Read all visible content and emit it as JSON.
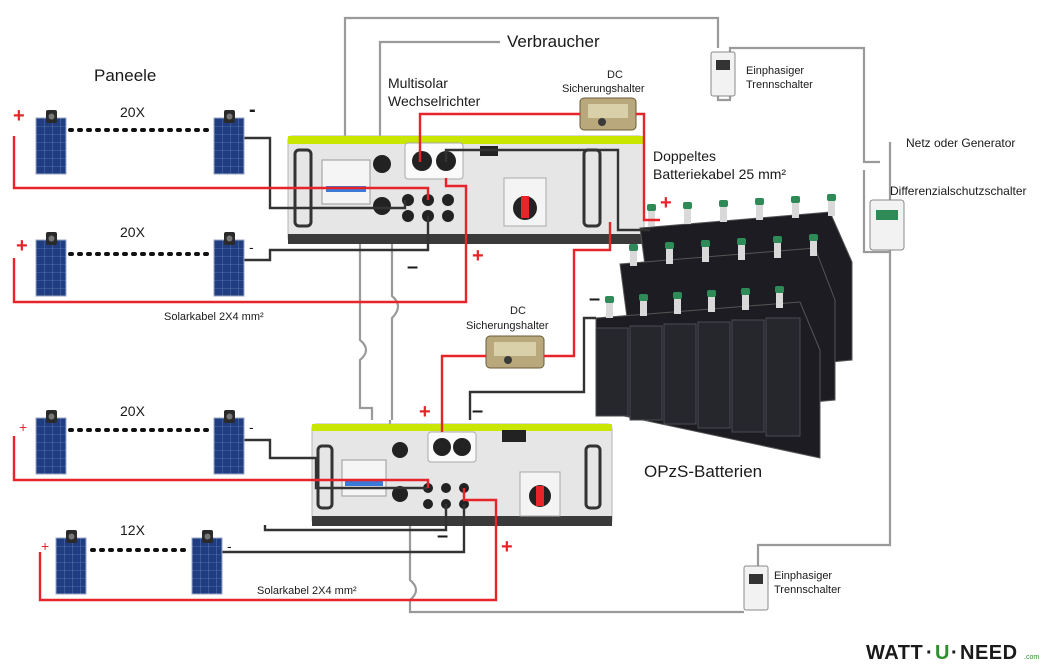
{
  "labels": {
    "paneele": "Paneele",
    "verbraucher": "Verbraucher",
    "multisolar_line1": "Multisolar",
    "multisolar_line2": "Wechselrichter",
    "dc_fuse_line1": "DC",
    "dc_fuse_line2": "Sicherungshalter",
    "doppeltes_line1": "Doppeltes",
    "doppeltes_line2": "Batteriekabel 25 mm²",
    "netz": "Netz oder Generator",
    "differenzial": "Differenzialschutzschalter",
    "einphasiger": "Einphasiger",
    "trennschalter": "Trennschalter",
    "opzs": "OPzS-Batterien",
    "solarkabel": "Solarkabel 2X4 mm²"
  },
  "strings": [
    {
      "count": "20X"
    },
    {
      "count": "20X"
    },
    {
      "count": "20X"
    },
    {
      "count": "12X"
    }
  ],
  "signs": {
    "plus": "+",
    "minus": "-",
    "minus_long": "–"
  },
  "brand": {
    "watt": "WATT",
    "dot": "·",
    "u": "U",
    "need": "NEED",
    "com": ".com"
  },
  "colors": {
    "red_cable": "#e8242b",
    "black_cable": "#333333",
    "grey_cable": "#9a9a9a",
    "inverter_body": "#e6e6e6",
    "inverter_accent": "#c8e600",
    "panel_blue": "#1f3d80",
    "battery_body": "#1c1c22",
    "battery_cap": "#2e8b57",
    "brand_green": "#2d8f2d"
  }
}
